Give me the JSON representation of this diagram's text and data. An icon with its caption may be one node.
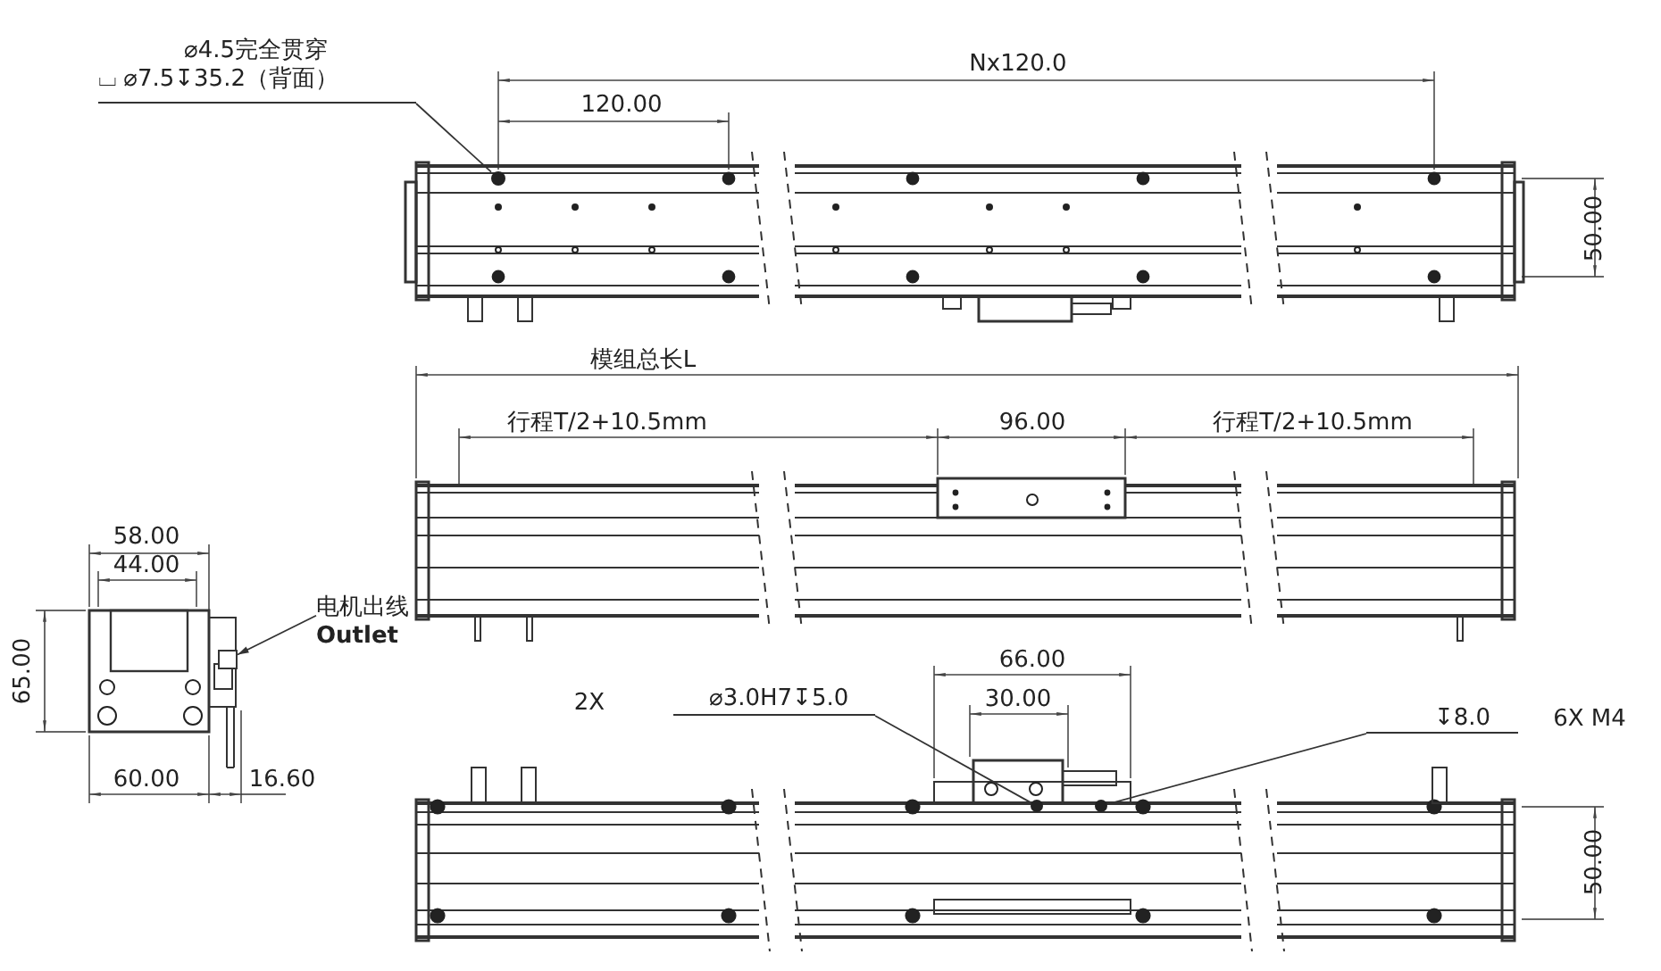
{
  "diagram": {
    "nodes": [
      {
        "text": [
          "⌀4.5完全贯穿",
          "⌴ ⌀7.5↧35.2（背面）"
        ]
      },
      {
        "text": [],
        "shape": "circle"
      },
      {
        "text": [
          "电机出线",
          "Outlet"
        ]
      },
      {
        "text": [],
        "shape": "box"
      },
      {
        "text": [
          "⌀3.0H7↧5.0"
        ]
      },
      {
        "text": [],
        "shape": "circle"
      },
      {
        "text": [
          "↧8.0"
        ]
      },
      {
        "text": [],
        "shape": "circle"
      }
    ],
    "edges": [
      {
        "from": 0,
        "to": 1,
        "arrow": "none"
      },
      {
        "from": 2,
        "to": 3,
        "arrow": "to"
      },
      {
        "from": 4,
        "to": 5,
        "arrow": "none"
      },
      {
        "from": 6,
        "to": 7,
        "arrow": "none"
      }
    ],
    "labels": [
      "Nx120.0",
      "120.00",
      "50.00",
      "模组总长L",
      "行程T/2+10.5mm",
      "96.00",
      "行程T/2+10.5mm",
      "58.00",
      "44.00",
      "65.00",
      "60.00",
      "16.60",
      "2X",
      "66.00",
      "30.00",
      "6X M4",
      "50.00"
    ]
  }
}
